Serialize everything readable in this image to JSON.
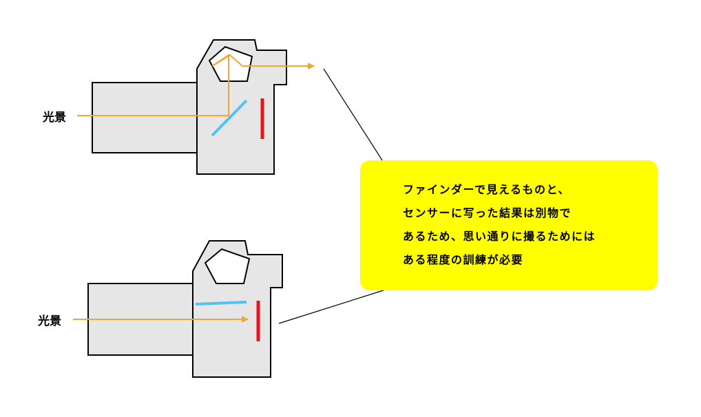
{
  "colors": {
    "camera_fill": "#e6e6e6",
    "outline": "#000000",
    "light_path": "#f5a42d",
    "mirror": "#4fc3f7",
    "sensor": "#e8141b",
    "callout_bg": "#ffff00"
  },
  "labels": {
    "top_scene": "光景",
    "bottom_scene": "光景"
  },
  "callout": {
    "lines": [
      "ファインダーで見えるものと、",
      "センサーに写った結果は別物で",
      "あるため、思い通りに撮るためには",
      "ある程度の訓練が必要"
    ]
  }
}
